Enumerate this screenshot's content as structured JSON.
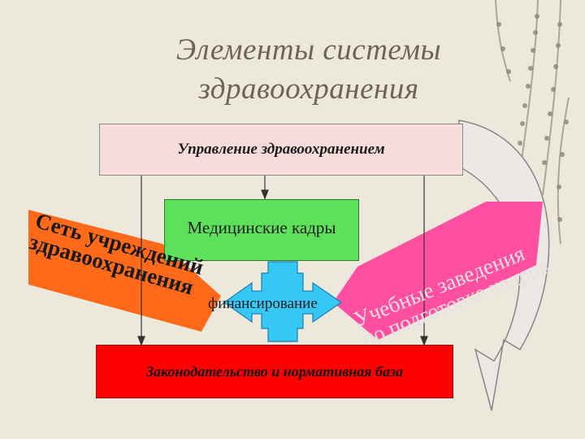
{
  "title": {
    "line1": "Элементы системы",
    "line2": "здравоохранения"
  },
  "boxes": {
    "management": "Управление здравоохранением",
    "staff": "Медицинские кадры",
    "legislation": "Законодательство и нормативная база"
  },
  "branches": {
    "network_line1": "Сеть учреждений",
    "network_line2": "здравоохранения",
    "education_line1": "Учебные заведения",
    "education_line2": "по подготовке кадров"
  },
  "financing": "финансирование",
  "colors": {
    "background": "#ece9dc",
    "management_fill": "#f7dcd9",
    "staff_fill": "#5ee15a",
    "legislation_fill": "#ff0000",
    "network_fill": "#ff6a1a",
    "education_fill": "#ff4fa0",
    "financing_arrow": "#35c7f5",
    "curved_arrow": "#ece8e6"
  }
}
